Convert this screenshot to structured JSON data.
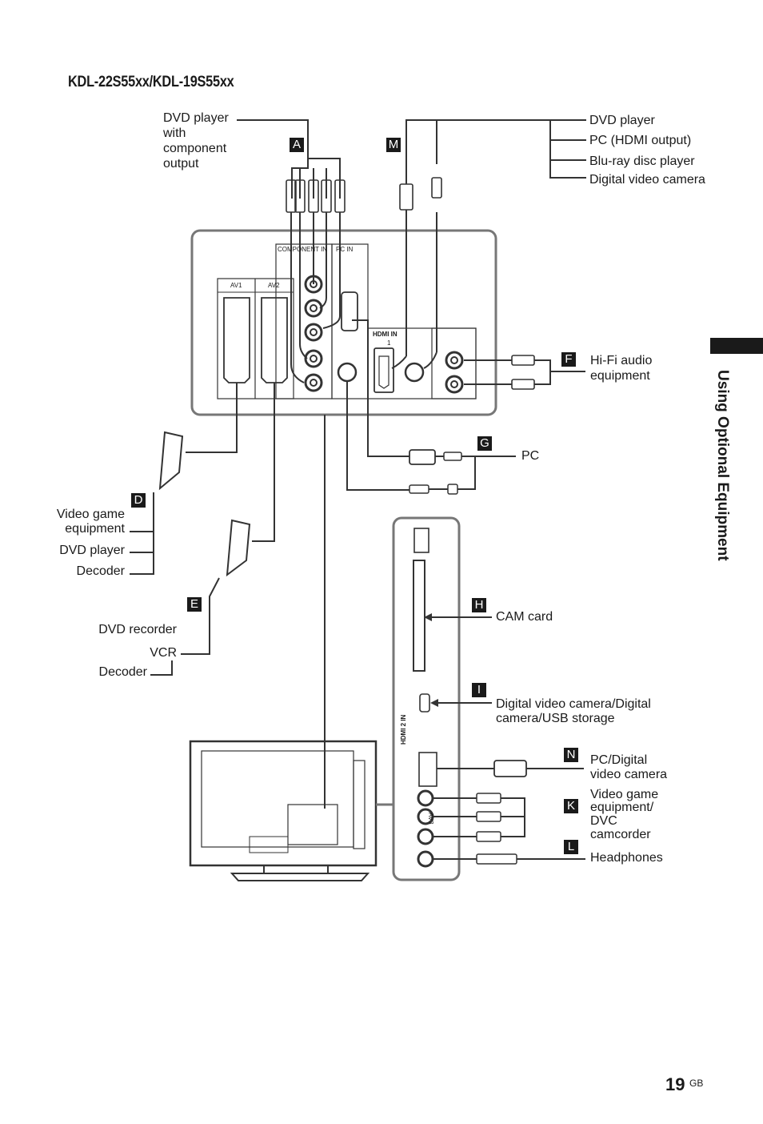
{
  "model_title": "KDL-22S55xx/KDL-19S55xx",
  "side_tab_text": "Using Optional Equipment",
  "page_number": "19",
  "page_suffix": "GB",
  "panel": {
    "component_in": "COMPONENT IN",
    "pc_in": "PC IN",
    "av1": "AV1",
    "av2": "AV2",
    "hdmi_in_1": "HDMI IN",
    "hdmi_1_num": "1",
    "hdmi_2_in": "HDMI 2 IN",
    "av3": "AV3"
  },
  "groups": {
    "A": {
      "letter": "A",
      "labels": [
        "DVD player",
        "with",
        "component",
        "output"
      ]
    },
    "M": {
      "letter": "M",
      "labels": [
        "DVD player",
        "PC (HDMI output)",
        "Blu-ray disc player",
        "Digital video camera"
      ]
    },
    "F": {
      "letter": "F",
      "labels": [
        "Hi-Fi audio",
        "equipment"
      ]
    },
    "G": {
      "letter": "G",
      "labels": [
        "PC"
      ]
    },
    "D": {
      "letter": "D",
      "labels": [
        "Video game",
        "equipment",
        "DVD player",
        "Decoder"
      ]
    },
    "E": {
      "letter": "E",
      "labels": [
        "DVD recorder",
        "VCR",
        "Decoder"
      ]
    },
    "H": {
      "letter": "H",
      "labels": [
        "CAM card"
      ]
    },
    "I": {
      "letter": "I",
      "labels": [
        "Digital video camera/Digital",
        "camera/USB storage"
      ]
    },
    "N": {
      "letter": "N",
      "labels": [
        "PC/Digital",
        "video camera"
      ]
    },
    "K": {
      "letter": "K",
      "labels": [
        "Video game",
        "equipment/",
        "DVC",
        "camcorder"
      ]
    },
    "L": {
      "letter": "L",
      "labels": [
        "Headphones"
      ]
    }
  }
}
